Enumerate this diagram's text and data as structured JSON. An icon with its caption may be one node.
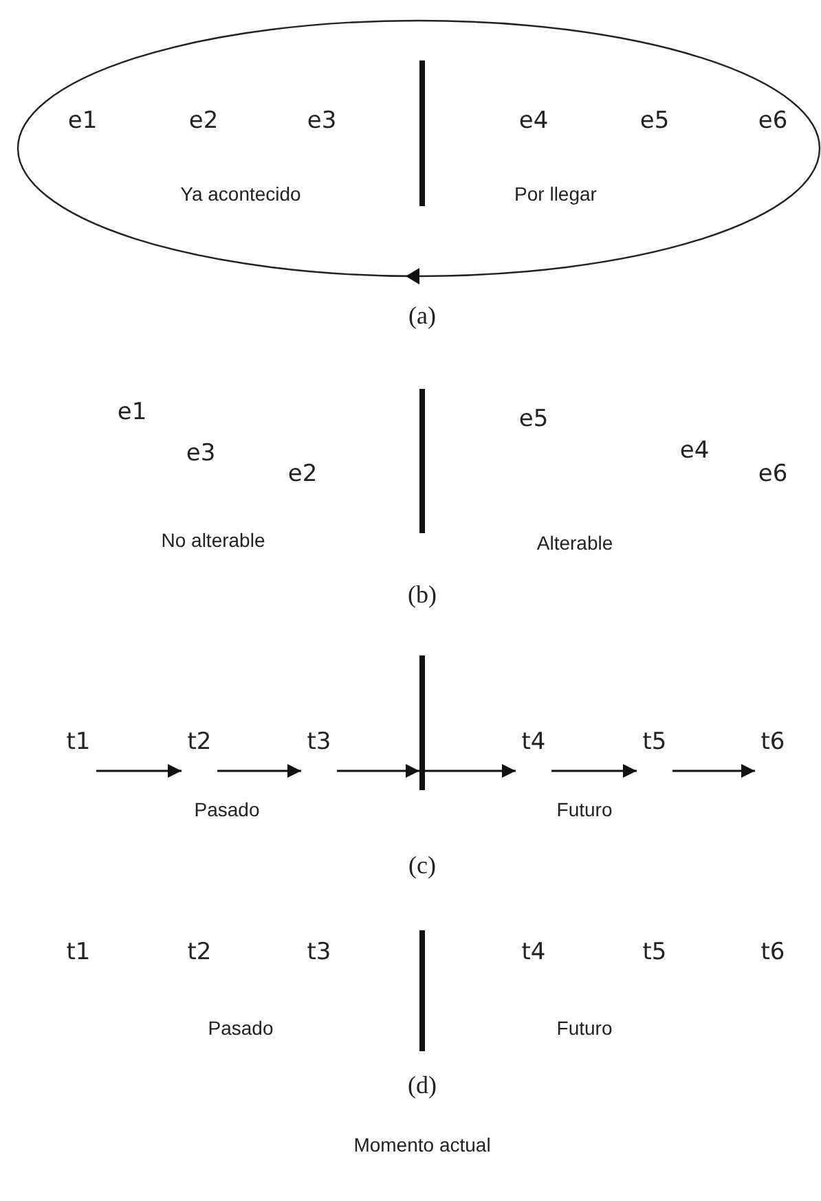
{
  "diagram": {
    "nodes": [
      {
        "text": [
          "e1",
          "e2",
          "e3",
          "e4",
          "e5",
          "e6",
          "Ya acontecido",
          "Por llegar"
        ]
      },
      {
        "text": [
          "t1"
        ]
      },
      {
        "text": [
          "t2"
        ]
      },
      {
        "text": [
          "t3"
        ]
      },
      {
        "text": [],
        "shape": "bar"
      },
      {
        "text": [
          "t4"
        ]
      },
      {
        "text": [
          "t5"
        ]
      },
      {
        "text": [
          "t6"
        ]
      }
    ],
    "edges": [
      {
        "from": 1,
        "to": 2,
        "arrow": "to"
      },
      {
        "from": 2,
        "to": 3,
        "arrow": "to"
      },
      {
        "from": 3,
        "to": 4,
        "arrow": "to"
      },
      {
        "from": 4,
        "to": 5,
        "arrow": "to"
      },
      {
        "from": 5,
        "to": 6,
        "arrow": "to"
      },
      {
        "from": 6,
        "to": 7,
        "arrow": "to"
      }
    ],
    "labels": [
      "(a)",
      "e1",
      "e3",
      "e2",
      "e5",
      "e4",
      "e6",
      "No alterable",
      "Alterable",
      "(b)",
      "Pasado",
      "Futuro",
      "(c)",
      "t1",
      "t2",
      "t3",
      "t4",
      "t5",
      "t6",
      "Pasado",
      "Futuro",
      "(d)",
      "Momento actual"
    ]
  }
}
